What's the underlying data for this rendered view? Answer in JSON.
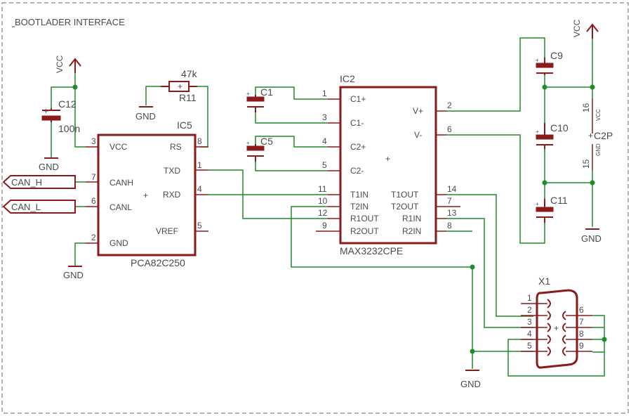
{
  "title": "BOOTLADER INTERFACE",
  "labels": {
    "vcc_left": "VCC",
    "vcc_right": "VCC",
    "gnd_c12": "GND",
    "gnd_r11": "GND",
    "gnd_ic5": "GND",
    "gnd_right": "GND",
    "gnd_x1": "GND",
    "can_h": "CAN_H",
    "can_l": "CAN_L"
  },
  "parts": {
    "c12": {
      "name": "C12",
      "value": "100n"
    },
    "r11": {
      "name": "R11",
      "value": "47k"
    },
    "ic5": {
      "name": "IC5",
      "value": "PCA82C250"
    },
    "ic2": {
      "name": "IC2",
      "value": "MAX3232CPE"
    },
    "c1": {
      "name": "C1"
    },
    "c5": {
      "name": "C5"
    },
    "c9": {
      "name": "C9"
    },
    "c10": {
      "name": "C10"
    },
    "c11": {
      "name": "C11"
    },
    "c2p": {
      "name": "C2P"
    },
    "x1": {
      "name": "X1"
    }
  },
  "ic5_pins": {
    "left": [
      {
        "num": "3",
        "name": "VCC"
      },
      {
        "num": "7",
        "name": "CANH"
      },
      {
        "num": "6",
        "name": "CANL"
      },
      {
        "num": "2",
        "name": "GND"
      }
    ],
    "right": [
      {
        "num": "8",
        "name": "RS"
      },
      {
        "num": "1",
        "name": "TXD"
      },
      {
        "num": "4",
        "name": "RXD"
      },
      {
        "num": "5",
        "name": "VREF"
      }
    ]
  },
  "ic2_pins": {
    "left": [
      {
        "num": "1",
        "name": "C1+"
      },
      {
        "num": "3",
        "name": "C1-"
      },
      {
        "num": "4",
        "name": "C2+"
      },
      {
        "num": "5",
        "name": "C2-"
      },
      {
        "num": "11",
        "name": "T1IN"
      },
      {
        "num": "10",
        "name": "T2IN"
      },
      {
        "num": "12",
        "name": "R1OUT"
      },
      {
        "num": "9",
        "name": "R2OUT"
      }
    ],
    "right": [
      {
        "num": "2",
        "name": "V+"
      },
      {
        "num": "6",
        "name": "V-"
      },
      {
        "num": "14",
        "name": "T1OUT"
      },
      {
        "num": "7",
        "name": "T2OUT"
      },
      {
        "num": "13",
        "name": "R1IN"
      },
      {
        "num": "8",
        "name": "R2IN"
      }
    ]
  },
  "c2p_pins": {
    "top": "16",
    "top_name": "VCC",
    "bottom": "15",
    "bottom_name": "GND"
  },
  "x1_pins": {
    "left": [
      "1",
      "2",
      "3",
      "4",
      "5"
    ],
    "right": [
      "6",
      "7",
      "8",
      "9"
    ]
  },
  "colors": {
    "wire": "#1e8c2a",
    "part": "#8b1a1a",
    "text": "#4a4a4a",
    "frame": "#9a9a9a"
  }
}
